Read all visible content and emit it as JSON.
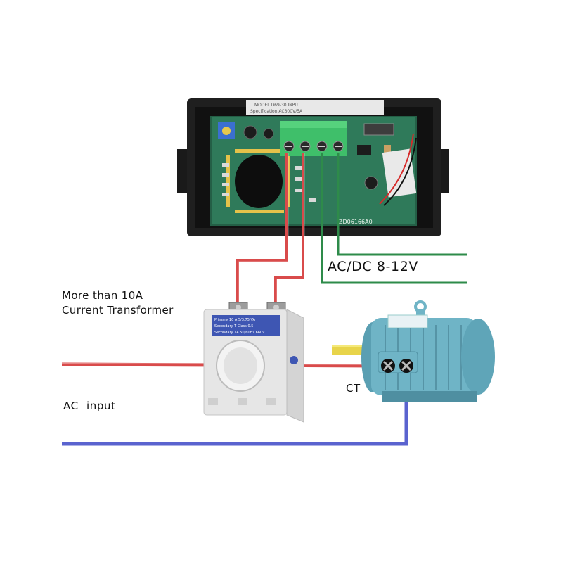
{
  "labels": {
    "ct_title_line1": "More than 10A",
    "ct_title_line2": "Current Transformer",
    "power_supply": "AC/DC 8-12V",
    "ac_input": "AC  input",
    "ct": "CT"
  },
  "meter": {
    "pcb_code": "ZD06166A0",
    "top_label_line1": "MODEL D69-30 INPUT",
    "top_label_line2": "Specification AC300V/5A"
  },
  "transformer": {
    "plate_line1": "Primary 10 A 5/3.75 VA",
    "plate_line2": "Secondary T Class 0.5",
    "plate_line3": "Secondary 1A 50/60Hz 660V"
  },
  "colors": {
    "red_wire": "#d94b4b",
    "blue_wire": "#5a63cf",
    "green_wire": "#2e8b4a",
    "motor_body": "#6fb4c6",
    "pcb": "#2f7a5a",
    "terminal_block": "#3fbf6a"
  }
}
